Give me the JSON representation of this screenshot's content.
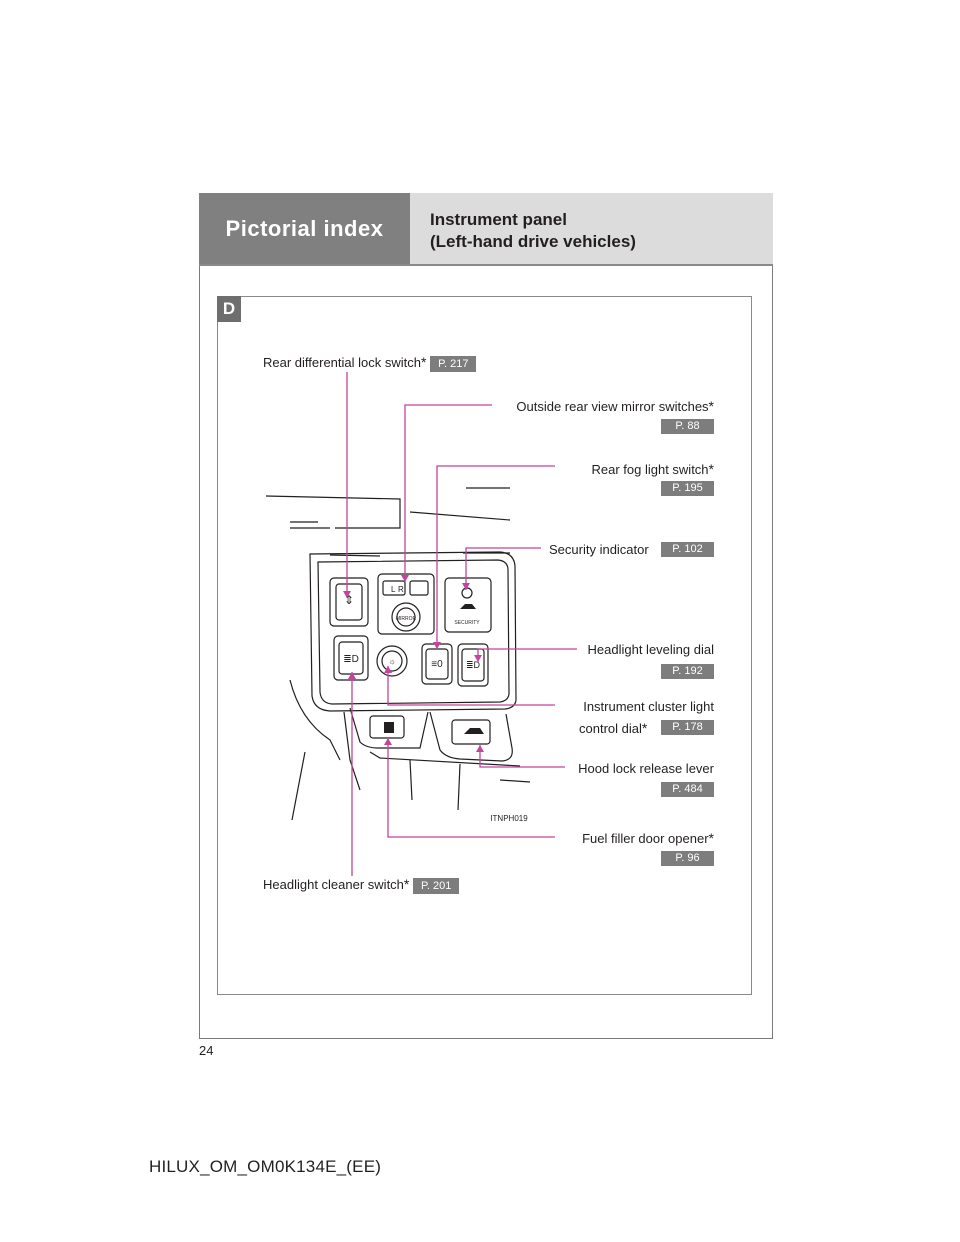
{
  "header": {
    "section": "Pictorial index",
    "title_line1": "Instrument panel",
    "title_line2": "(Left-hand drive vehicles)"
  },
  "section_badge": "D",
  "callouts": [
    {
      "id": "rear-diff",
      "label": "Rear differential lock switch",
      "asterisk": true,
      "page": "P. 217"
    },
    {
      "id": "mirror",
      "label": "Outside rear view mirror switches",
      "asterisk": true,
      "page": "P. 88"
    },
    {
      "id": "rear-fog",
      "label": "Rear fog light switch",
      "asterisk": true,
      "page": "P. 195"
    },
    {
      "id": "security",
      "label": "Security indicator",
      "asterisk": false,
      "page": "P. 102"
    },
    {
      "id": "leveling",
      "label": "Headlight leveling dial",
      "asterisk": false,
      "page": "P. 192"
    },
    {
      "id": "cluster",
      "label_line1": "Instrument cluster light",
      "label_line2": "control dial",
      "asterisk": true,
      "page": "P. 178"
    },
    {
      "id": "hood",
      "label": "Hood lock release lever",
      "asterisk": false,
      "page": "P. 484"
    },
    {
      "id": "fuel",
      "label": "Fuel filler door opener",
      "asterisk": true,
      "page": "P. 96"
    },
    {
      "id": "cleaner",
      "label": "Headlight cleaner switch",
      "asterisk": true,
      "page": "P. 201"
    }
  ],
  "switch_labels": {
    "left": "L",
    "right": "R",
    "mirror": "MIRROR",
    "security": "SECURITY"
  },
  "image_code": "ITNPH019",
  "page_number": "24",
  "footer_code": "HILUX_OM_OM0K134E_(EE)",
  "colors": {
    "leader_line": "#c2449c",
    "header_dark": "#808080",
    "header_light": "#dcdcdc",
    "page_ref_bg": "#7d7d7d"
  }
}
